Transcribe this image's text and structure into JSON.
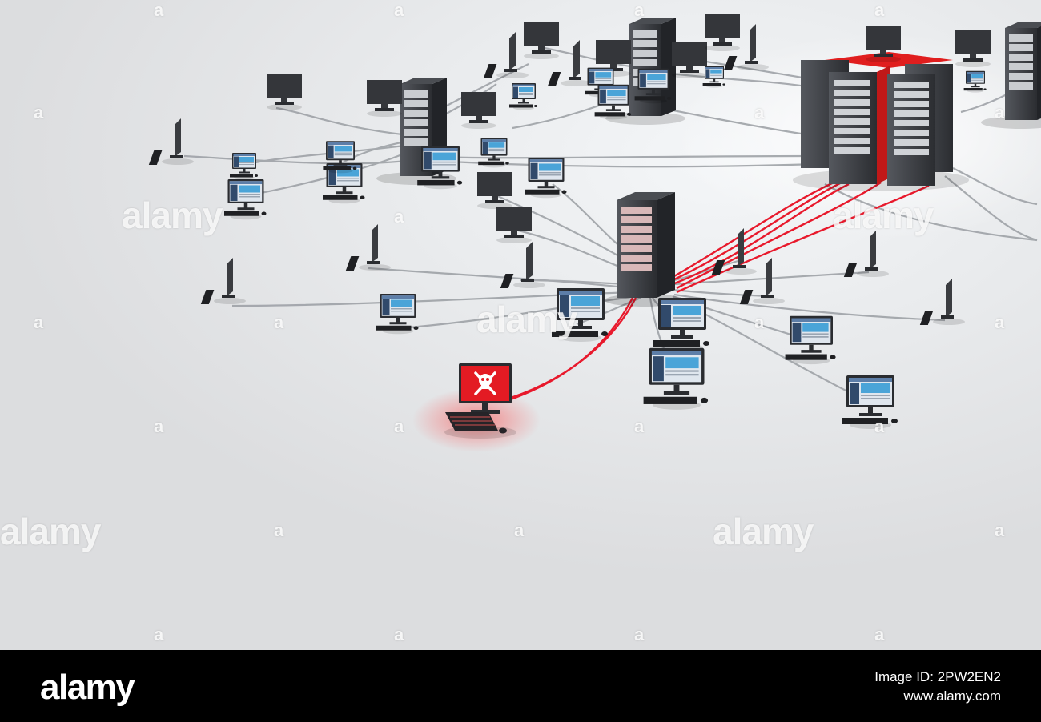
{
  "watermark": {
    "brand": "alamy",
    "glyph": "a"
  },
  "footer": {
    "brand": "alamy",
    "image_id": "Image ID: 2PW2EN2",
    "url": "www.alamy.com"
  },
  "scene": {
    "infected_icon": "skull-crossbones-icon",
    "colors": {
      "background": "#e6e7e9",
      "cable": "#9a9ea3",
      "infected_cable": "#e8192c",
      "server": "#3a3c40",
      "footer": "#000000"
    }
  }
}
